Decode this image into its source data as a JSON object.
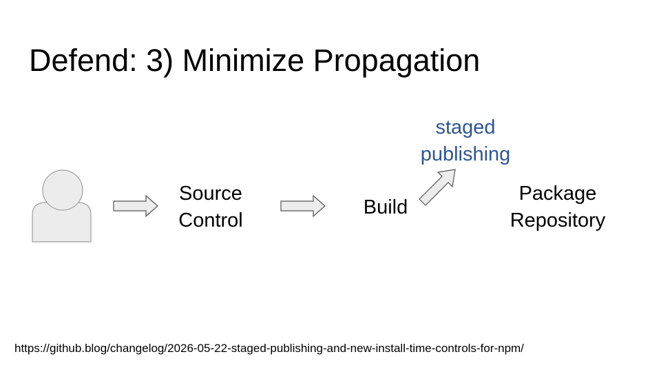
{
  "slide": {
    "title": "Defend: 3) Minimize Propagation",
    "nodes": {
      "person": "person-icon",
      "source_control": [
        "Source",
        "Control"
      ],
      "build": "Build",
      "package_repository": [
        "Package",
        "Repository"
      ]
    },
    "annotation": {
      "lines": [
        "staged",
        "publishing"
      ]
    },
    "footer_url": "https://github.blog/changelog/2026-05-22-staged-publishing-and-new-install-time-controls-for-npm/"
  },
  "colors": {
    "shape_fill": "#ececec",
    "shape_stroke": "#9e9e9e",
    "annotation_text": "#2e5596",
    "text": "#000000"
  }
}
